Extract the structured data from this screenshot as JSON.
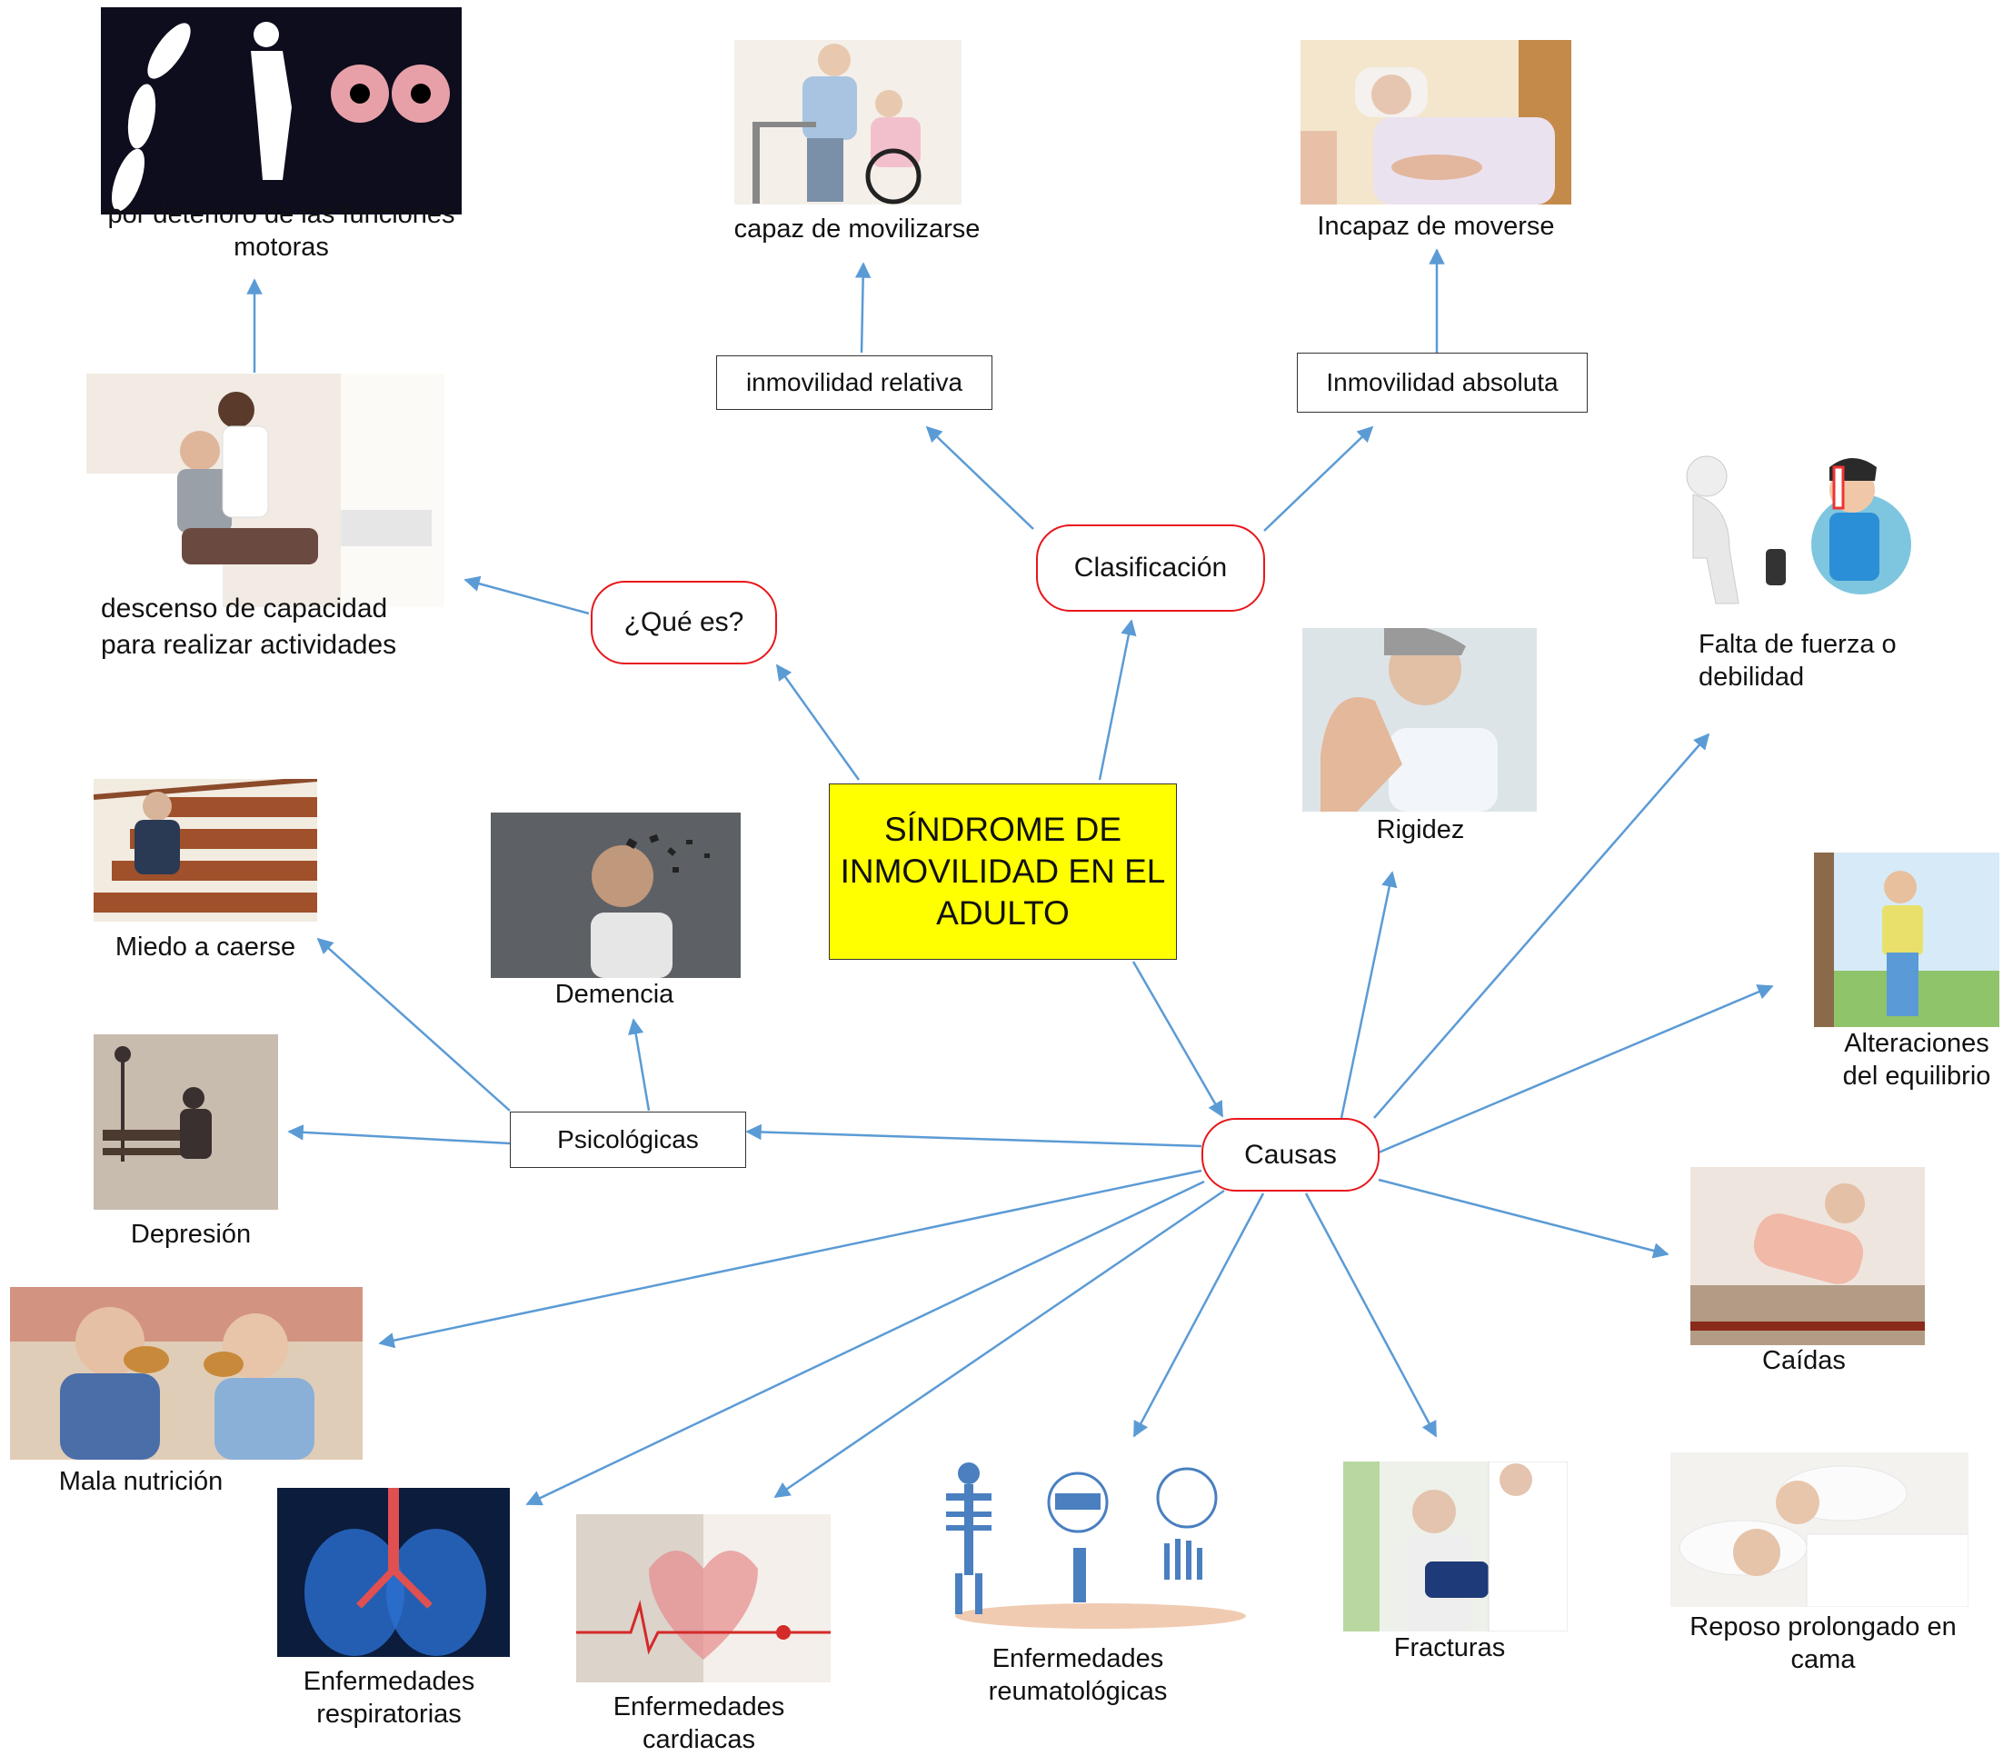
{
  "central": {
    "title": "SÍNDROME DE INMOVILIDAD EN EL ADULTO"
  },
  "nodes": {
    "que_es": "¿Qué es?",
    "clasificacion": "Clasificación",
    "causas": "Causas",
    "relativa": "inmovilidad relativa",
    "absoluta": "Inmovilidad absoluta",
    "psicologicas": "Psicológicas"
  },
  "labels": {
    "motoras": "por deterioro de las funciones motoras",
    "descenso": "descenso de capacidad para realizar actividades",
    "capaz": "capaz de movilizarse",
    "incapaz": "Incapaz de moverse",
    "fuerza": "Falta de fuerza o debilidad",
    "rigidez": "Rigidez",
    "equilibrio": "Alteraciones del equilibrio",
    "caidas": "Caídas",
    "reposo": "Reposo prolongado en cama",
    "fracturas": "Fracturas",
    "reumatologicas": "Enfermedades reumatológicas",
    "cardiacas": "Enfermedades cardiacas",
    "respiratorias": "Enfermedades respiratorias",
    "nutricion": "Mala nutrición",
    "depresion": "Depresión",
    "miedo": "Miedo a caerse",
    "demencia": "Demencia"
  },
  "colors": {
    "arrow": "#5b9bd5",
    "oval_border": "#e8161b",
    "central_fill": "#ffff00"
  }
}
